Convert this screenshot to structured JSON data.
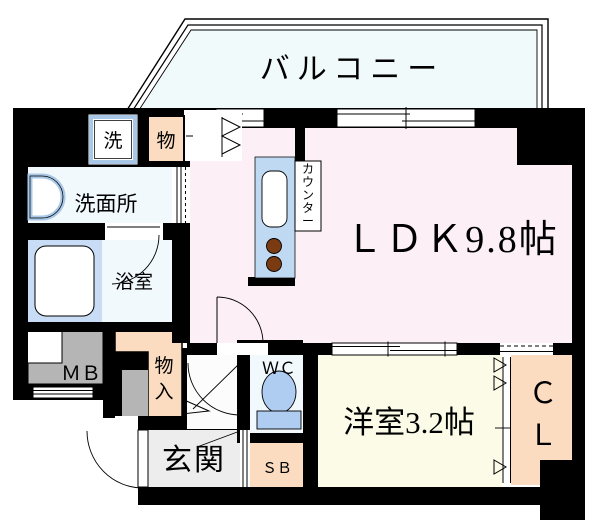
{
  "document": {
    "kind": "apartment-floor-plan"
  },
  "labels": {
    "balcony": "バルコニー",
    "ldk": "ＬＤＫ9.8帖",
    "western_room": "洋室3.2帖",
    "entrance": "玄関",
    "washroom": "洗面所",
    "bathroom": "浴室",
    "washer": "洗",
    "storage": "物",
    "hall_closet": "物入",
    "kitchen_counter": "カウンター",
    "meter_box": "ＭＢ",
    "toilet_room": "ＷＣ",
    "shoe_box": "ＳＢ",
    "bedroom_closet": "ＣＬ"
  },
  "colors": {
    "wall": "#000000",
    "balcony": "#f0fafb",
    "ldk": "#fcf0f6",
    "western_room": "#fbfbe8",
    "storage_peach": "#fbdcc0",
    "washroom": "#f2f9fc",
    "bath_zone": "#c9dcf5",
    "counter_blue": "#bfd9f3",
    "fixture_blue": "#aecdf0",
    "burner_brown": "#7a3a12",
    "meter_box_gray": "#b5b5b5",
    "entrance_gray": "#ededed",
    "hall_white": "#fcfcfc",
    "washer_border": "#a9c7e7"
  }
}
